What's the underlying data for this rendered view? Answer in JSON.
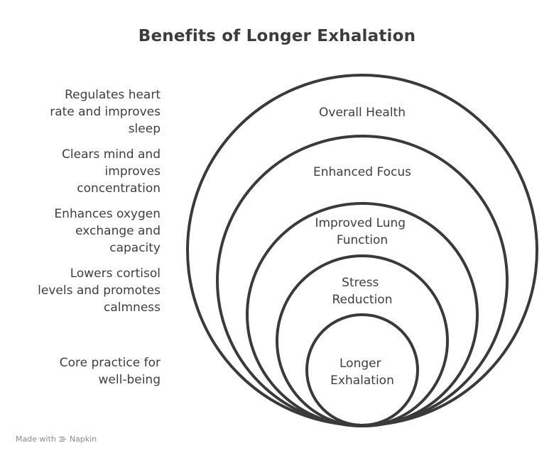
{
  "title": "Benefits of Longer Exhalation",
  "rings": [
    {
      "label_lines": [
        "Overall Health"
      ],
      "description": "Regulates heart\nrate and improves\nsleep"
    },
    {
      "label_lines": [
        "Enhanced Focus"
      ],
      "description": "Clears mind and\nimproves\nconcentration"
    },
    {
      "label_lines": [
        "Improved Lung",
        "Function"
      ],
      "description": "Enhances oxygen\nexchange and\ncapacity"
    },
    {
      "label_lines": [
        "Stress",
        "Reduction"
      ],
      "description": "Lowers cortisol\nlevels and promotes\ncalmness"
    },
    {
      "label_lines": [
        "Longer",
        "Exhalation"
      ],
      "description": "Core practice for\nwell-being"
    }
  ],
  "footer": {
    "made_with": "Made with",
    "brand": "Napkin",
    "brand_icon": "napkin-logo-icon"
  },
  "colors": {
    "stroke": "#3a3a3a",
    "text": "#3e3e3e",
    "footer_text": "#8a8a8a"
  }
}
